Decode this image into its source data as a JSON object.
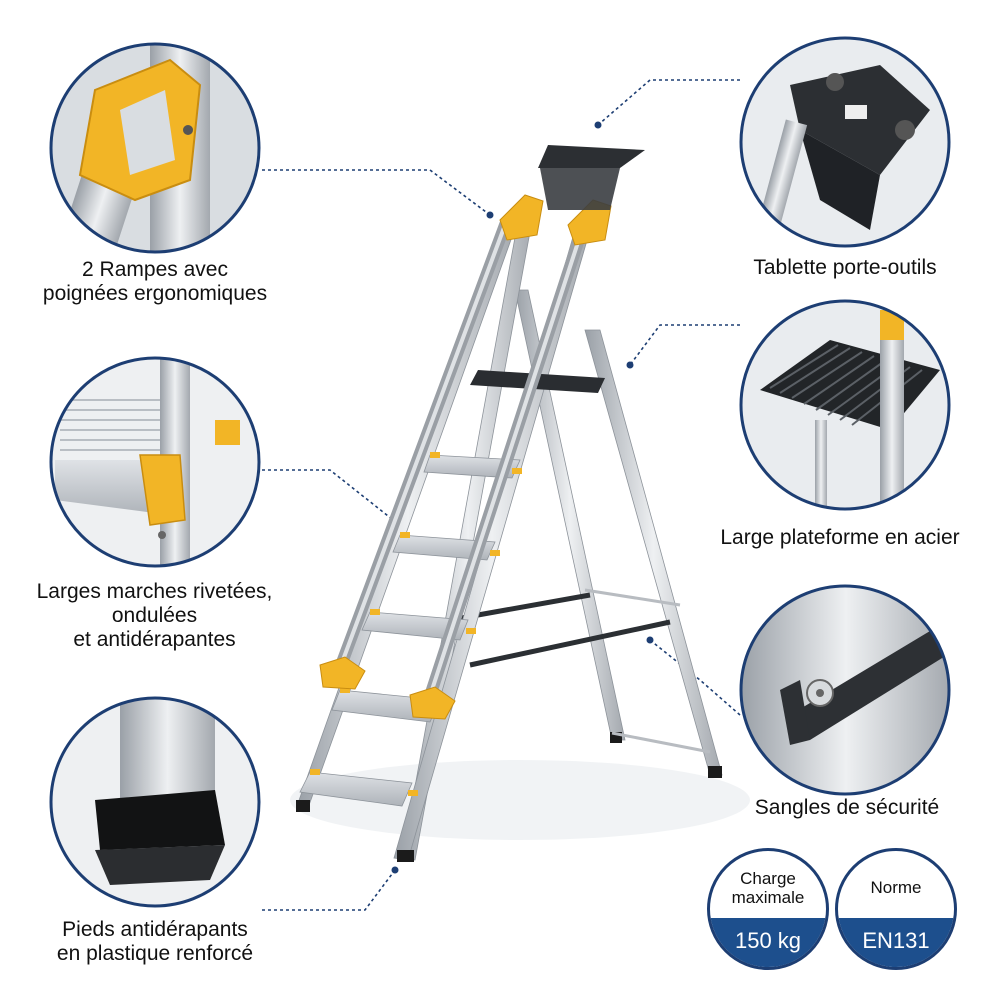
{
  "features": {
    "handles": {
      "lines": [
        "2  Rampes avec",
        "poignées ergonomiques"
      ]
    },
    "tray": {
      "lines": [
        "Tablette porte-outils"
      ]
    },
    "steps": {
      "lines": [
        "Larges marches rivetées,",
        "ondulées",
        "et antidérapantes"
      ]
    },
    "platform": {
      "lines": [
        "Large plateforme en acier"
      ]
    },
    "feet": {
      "lines": [
        "Pieds antidérapants",
        "en plastique renforcé"
      ]
    },
    "straps": {
      "lines": [
        "Sangles de sécurité"
      ]
    }
  },
  "badges": {
    "load": {
      "label_lines": [
        "Charge",
        "maximale"
      ],
      "value": "150 kg"
    },
    "norm": {
      "label_lines": [
        "Norme"
      ],
      "value": "EN131"
    }
  },
  "colors": {
    "accent_blue": "#1d3e73",
    "badge_fill": "#1d4f8d",
    "handle_yellow": "#f2b526",
    "aluminium": "#c9cdd2"
  }
}
